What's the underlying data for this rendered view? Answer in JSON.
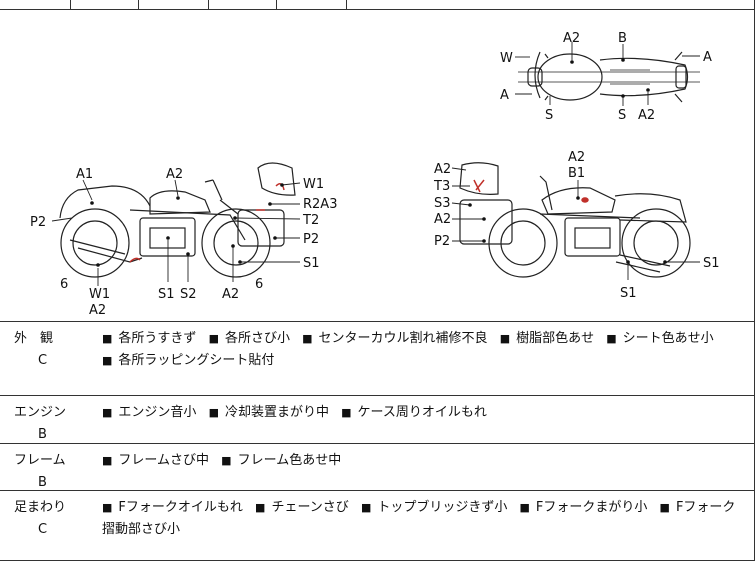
{
  "diagram": {
    "side_left_labels": [
      "A1",
      "A2",
      "P2",
      "6",
      "W1",
      "A2",
      "S1",
      "S2",
      "A2",
      "6",
      "W1",
      "R2A3",
      "T2",
      "P2",
      "S1"
    ],
    "top_view_labels": [
      "W",
      "A",
      "S",
      "A2",
      "B",
      "A",
      "S",
      "A2"
    ],
    "side_right_labels": [
      "A2",
      "T3",
      "S3",
      "A2",
      "P2",
      "A2",
      "B1",
      "S1",
      "S1"
    ]
  },
  "rows": [
    {
      "category": "外　観",
      "grade": "C",
      "items": [
        "各所うすきず",
        "各所さび小",
        "センターカウル割れ補修不良",
        "樹脂部色あせ",
        "シート色あせ小",
        "各所ラッピングシート貼付"
      ]
    },
    {
      "category": "エンジン",
      "grade": "B",
      "items": [
        "エンジン音小",
        "冷却装置まがり中",
        "ケース周りオイルもれ"
      ]
    },
    {
      "category": "フレーム",
      "grade": "B",
      "items": [
        "フレームさび中",
        "フレーム色あせ中"
      ]
    },
    {
      "category": "足まわり",
      "grade": "C",
      "items": [
        "Fフォークオイルもれ",
        "チェーンさび",
        "トップブリッジきず小",
        "Fフォークまがり小",
        "Fフォーク摺動部さび小"
      ]
    }
  ],
  "colors": {
    "mark": "#c0302a",
    "line": "#222222"
  }
}
